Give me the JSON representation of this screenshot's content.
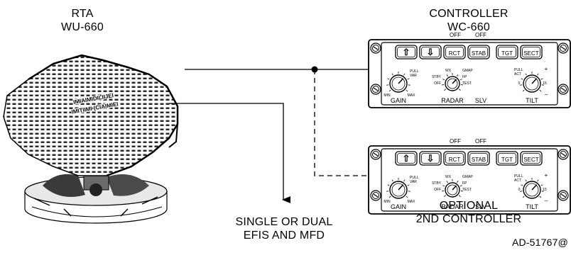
{
  "labels": {
    "rta_line1": "RTA",
    "rta_line2": "WU-660",
    "controller_line1": "CONTROLLER",
    "controller_line2": "WC-660",
    "optional_line1": "OPTIONAL",
    "optional_line2": "2ND CONTROLLER",
    "efis_line1": "SINGLE OR DUAL",
    "efis_line2": "EFIS AND MFD",
    "figure_code": "AD-51767@"
  },
  "antenna": {
    "text_row1": "IMIAIMIDILIIJEI",
    "text_row2": "IMITIIMI (CIAIMIEI"
  },
  "controller_panel": {
    "off_label_1": "OFF",
    "off_label_2": "OFF",
    "buttons": {
      "up": "⇧",
      "down": "⇩",
      "rct": "RCT",
      "stab": "STAB",
      "tgt": "TGT",
      "sect": "SECT"
    },
    "gain": {
      "label": "GAIN",
      "pull": "PULL",
      "var": "VAR",
      "min": "MIN",
      "max": "MAX"
    },
    "radar": {
      "label": "RADAR",
      "wx": "WX",
      "gmap": "GMAP",
      "stby": "STBY",
      "fp": "FP",
      "off": "OFF",
      "test": "TEST"
    },
    "slv": "SLV",
    "tilt": {
      "label": "TILT",
      "pull": "PULL",
      "act": "ACT",
      "plus": "+",
      "minus": "–",
      "zero": "0",
      "fifteen": "15"
    }
  }
}
